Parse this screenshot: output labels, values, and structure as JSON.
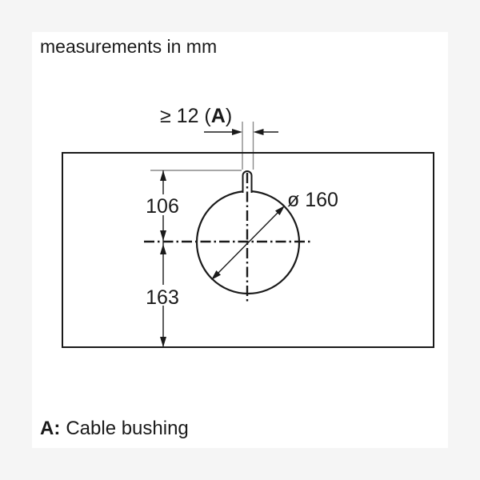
{
  "page": {
    "background_color": "#f5f5f5",
    "canvas_color": "#ffffff",
    "line_color": "#1a1a1a",
    "extension_line_color": "#8a8a8a"
  },
  "header": {
    "title": "measurements in mm"
  },
  "diagram": {
    "type": "installation-cutout-technical-drawing",
    "panel": {
      "shape": "rectangle"
    },
    "cutout": {
      "shape": "circle",
      "diameter_label": "ø 160"
    },
    "cable_bushing": {
      "ref": "A",
      "position": "top-of-circle-slot"
    },
    "dimensions": {
      "slot_width": {
        "prefix": "≥ 12 (",
        "ref": "A",
        "suffix": ")"
      },
      "top_offset": "106",
      "bottom_offset": "163"
    }
  },
  "legend": {
    "key": "A:",
    "label": "Cable bushing"
  }
}
